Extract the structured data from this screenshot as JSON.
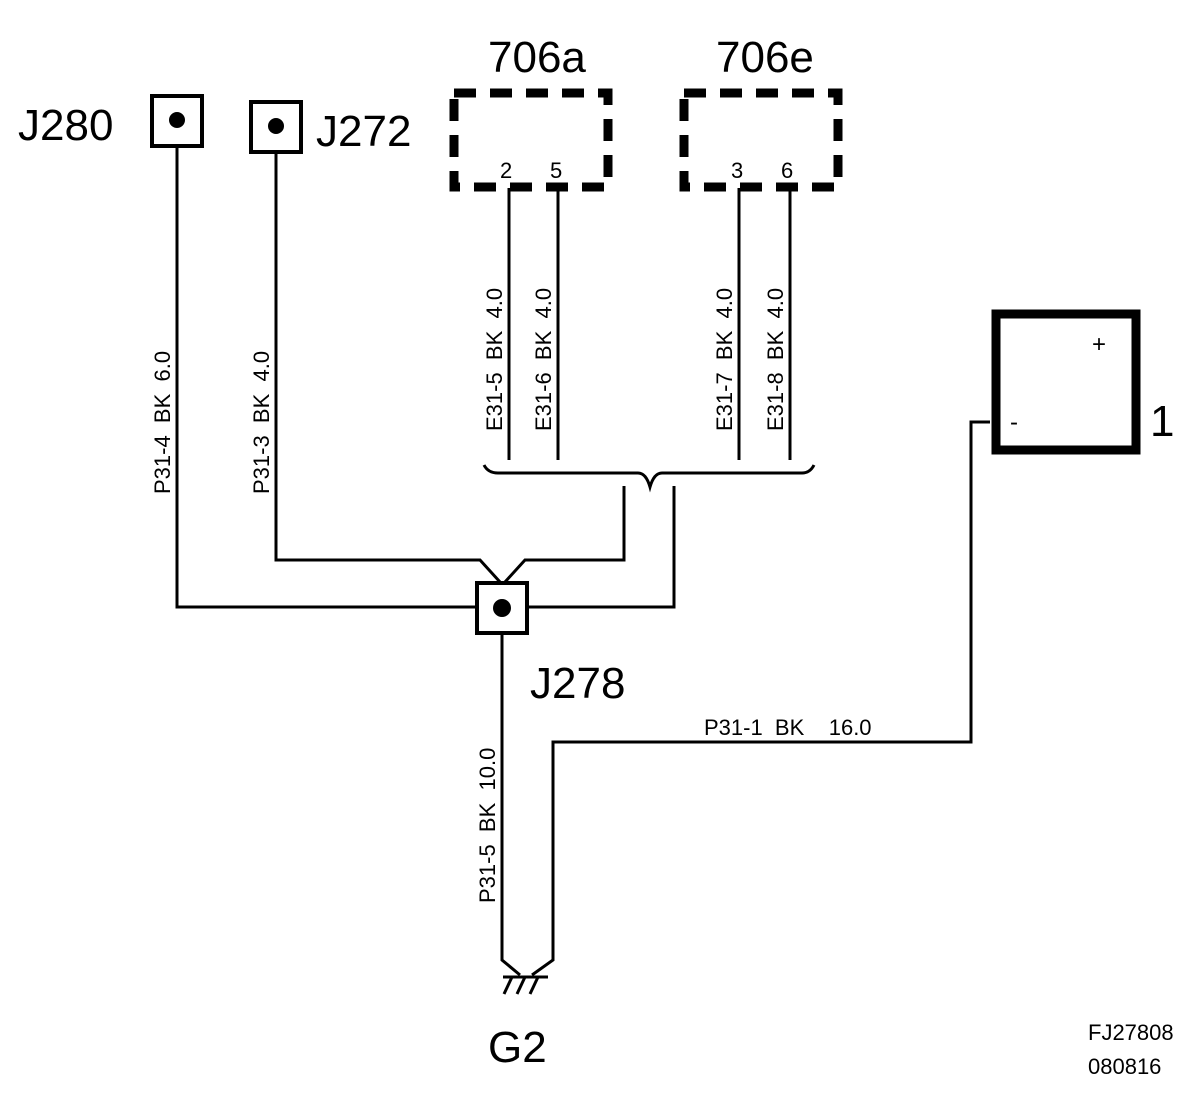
{
  "connectors": {
    "j280": "J280",
    "j272": "J272",
    "j278": "J278",
    "c706a": "706a",
    "c706e": "706e"
  },
  "pins": {
    "a_pin1": "2",
    "a_pin2": "5",
    "e_pin1": "3",
    "e_pin2": "6"
  },
  "wires": {
    "p31_4": "P31-4  BK  6.0",
    "p31_3": "P31-3  BK  4.0",
    "e31_5": "E31-5  BK  4.0",
    "e31_6": "E31-6  BK  4.0",
    "e31_7": "E31-7  BK  4.0",
    "e31_8": "E31-8  BK  4.0",
    "p31_5": "P31-5  BK  10.0",
    "p31_1": "P31-1  BK    16.0"
  },
  "battery": {
    "label": "1",
    "plus": "+",
    "minus": "-"
  },
  "ground": {
    "label": "G2"
  },
  "reference": {
    "code": "FJ27808",
    "date": "080816"
  }
}
